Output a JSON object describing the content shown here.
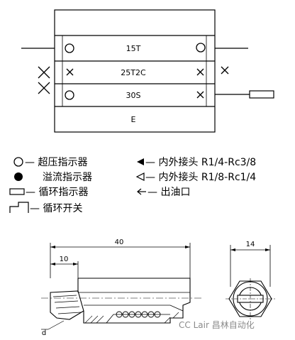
{
  "manifold": {
    "blocks": [
      {
        "label": "15T"
      },
      {
        "label": "25T2C"
      },
      {
        "label": "30S"
      },
      {
        "label": "E"
      }
    ]
  },
  "legend": {
    "left": [
      {
        "icon": "open-circle-icon",
        "label": "— 超压指示器"
      },
      {
        "icon": "filled-circle-icon",
        "label": "溢流指示器"
      },
      {
        "icon": "rectangle-indicator-icon",
        "label": "— 循环指示器"
      },
      {
        "icon": "step-switch-icon",
        "label": "— 循环开关"
      }
    ],
    "right": [
      {
        "icon": "filled-arrow-icon",
        "label": "— 内外接头 R1/4-Rc3/8"
      },
      {
        "icon": "open-arrow-icon",
        "label": "— 内外接头 R1/8-Rc1/4"
      },
      {
        "icon": "outlet-arrow-icon",
        "label": "— 出油口"
      }
    ]
  },
  "dimensions": {
    "length": "40",
    "offset": "10",
    "width": "14",
    "diameter": "d"
  },
  "watermark": "CC Lair 昌林自动化"
}
